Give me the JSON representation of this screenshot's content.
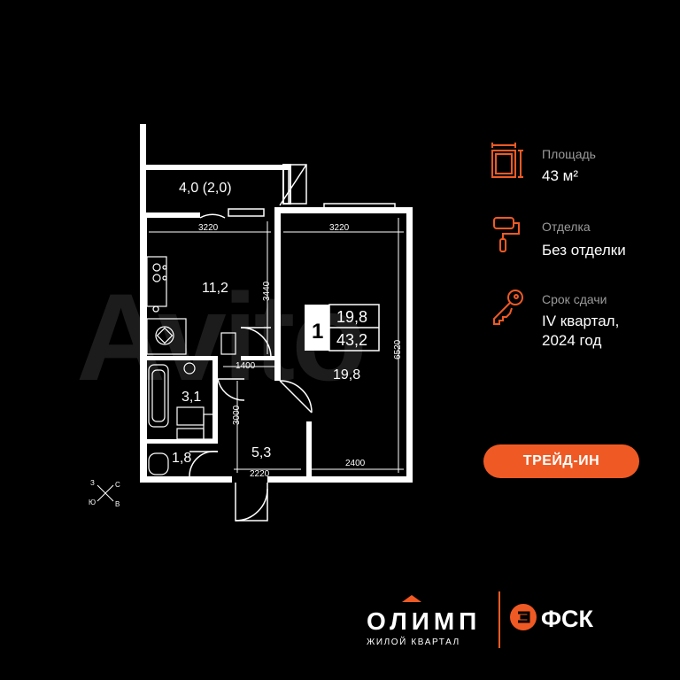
{
  "plan": {
    "rooms": {
      "balcony": "4,0 (2,0)",
      "kitchen": "11,2",
      "bath": "3,1",
      "wc": "1,8",
      "hall": "5,3",
      "living": "19,8"
    },
    "dims": {
      "kitchen_width": "3220",
      "living_width": "3220",
      "kitchen_height": "3440",
      "living_height": "6520",
      "corridor": "1400",
      "hall_height": "3000",
      "hall_width": "2220",
      "living_bottom": "2400"
    },
    "badge": {
      "rooms_count": "1",
      "living_area": "19,8",
      "total_area": "43,2"
    },
    "compass": {
      "west": "З",
      "north": "С",
      "south": "Ю",
      "east": "В"
    }
  },
  "info": {
    "area_label": "Площадь",
    "area_value": "43 м²",
    "finish_label": "Отделка",
    "finish_value": "Без отделки",
    "deadline_label": "Срок сдачи",
    "deadline_value_line1": "IV квартал,",
    "deadline_value_line2": "2024 год",
    "accent_color": "#ef5a24"
  },
  "trade_in_button": "ТРЕЙД-ИН",
  "logos": {
    "olimp_name": "ОЛИМП",
    "olimp_sub": "ЖИЛОЙ КВАРТАЛ",
    "fsk_name": "ФСК"
  },
  "watermark": "Avito"
}
